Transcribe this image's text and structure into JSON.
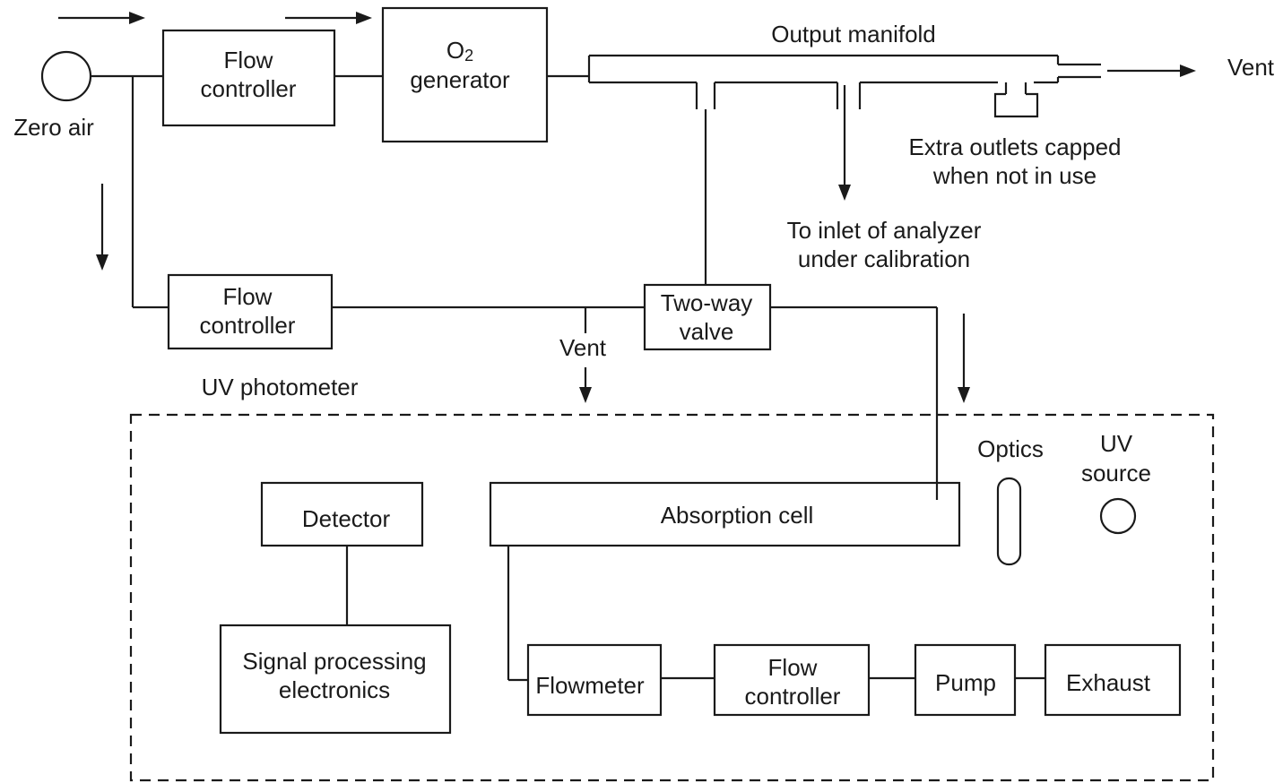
{
  "labels": {
    "zero_air": "Zero air",
    "flow_controller_top_line1": "Flow",
    "flow_controller_top_line2": "controller",
    "o2_generator_o": "O",
    "o2_generator_sub": "2",
    "o2_generator_line2": "generator",
    "output_manifold": "Output manifold",
    "vent_right": "Vent",
    "extra_outlets_line1": "Extra outlets capped",
    "extra_outlets_line2": "when not in use",
    "to_inlet_line1": "To inlet of analyzer",
    "to_inlet_line2": "under calibration",
    "flow_controller_mid_line1": "Flow",
    "flow_controller_mid_line2": "controller",
    "two_way_valve_line1": "Two-way",
    "two_way_valve_line2": "valve",
    "vent_mid": "Vent",
    "uv_photometer": "UV photometer",
    "optics": "Optics",
    "uv_source_line1": "UV",
    "uv_source_line2": "source",
    "detector": "Detector",
    "absorption_cell": "Absorption cell",
    "signal_processing_line1": "Signal processing",
    "signal_processing_line2": "electronics",
    "flowmeter": "Flowmeter",
    "flow_controller_bottom_line1": "Flow",
    "flow_controller_bottom_line2": "controller",
    "pump": "Pump",
    "exhaust": "Exhaust"
  }
}
